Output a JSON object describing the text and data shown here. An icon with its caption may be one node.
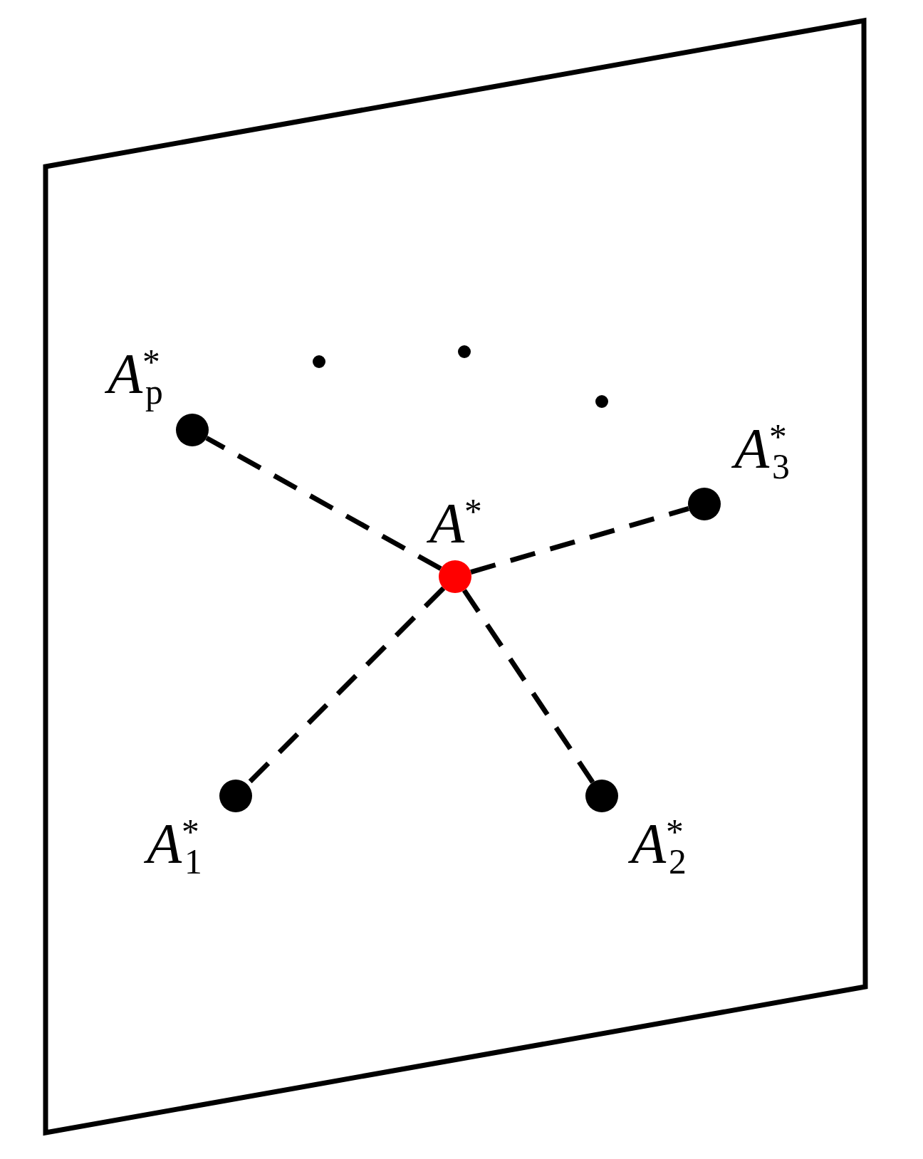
{
  "diagram": {
    "nodes": [
      {
        "text": [],
        "shape": "parallelogram"
      },
      {
        "text": [],
        "shape": "circle",
        "in": 0,
        "beside": [
          "A$^{*}$"
        ]
      },
      {
        "text": [],
        "shape": "circle",
        "in": 0,
        "beside": [
          "A$^{*}$$_{p}$"
        ]
      },
      {
        "text": [],
        "shape": "circle",
        "in": 0,
        "beside": [
          "A$^{*}$$_{3}$"
        ]
      },
      {
        "text": [],
        "shape": "circle",
        "in": 0,
        "beside": [
          "A$^{*}$$_{1}$"
        ]
      },
      {
        "text": [],
        "shape": "circle",
        "in": 0,
        "beside": [
          "A$^{*}$$_{2}$"
        ]
      }
    ],
    "edges": [
      {
        "from": 1,
        "to": 2,
        "arrow": "none",
        "style": "dashed"
      },
      {
        "from": 1,
        "to": 3,
        "arrow": "none",
        "style": "dashed"
      },
      {
        "from": 1,
        "to": 4,
        "arrow": "none",
        "style": "dashed"
      },
      {
        "from": 1,
        "to": 5,
        "arrow": "none",
        "style": "dashed"
      }
    ]
  }
}
